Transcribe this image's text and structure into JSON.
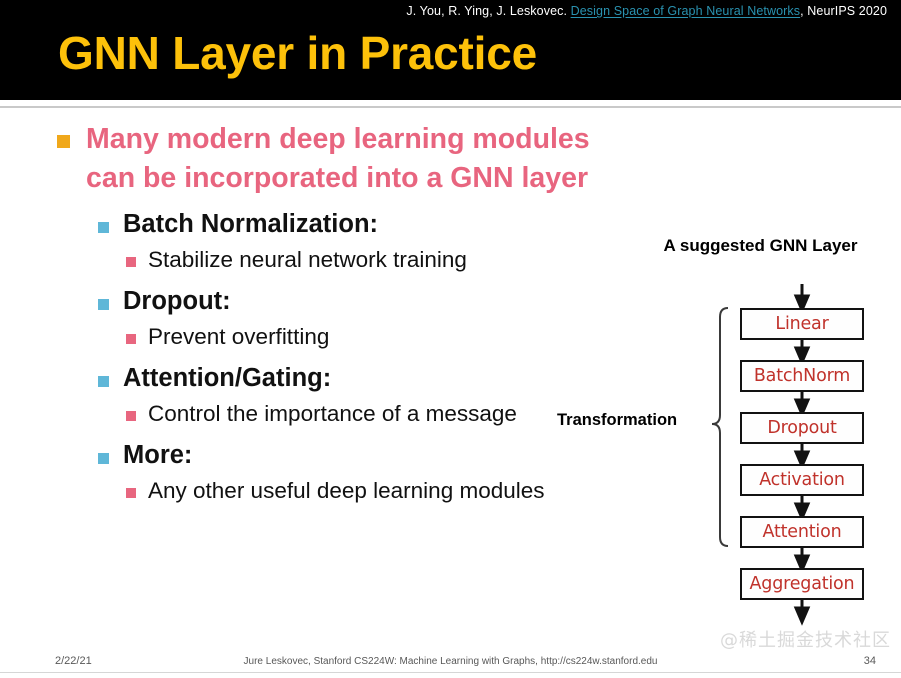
{
  "header": {
    "citation_prefix": "J. You, R. Ying, J. Leskovec. ",
    "citation_link": "Design Space of Graph Neural Networks",
    "citation_suffix": ", NeurIPS 2020",
    "title": "GNN Layer in Practice",
    "title_color": "#fdc10a",
    "band_color": "#000000",
    "link_color": "#2a92b0"
  },
  "content": {
    "main_bullet": "Many modern deep learning modules can be incorporated into a GNN layer",
    "main_color": "#e8657f",
    "level1_bullet_color": "#f0a81b",
    "level2_bullet_color": "#5fb7d8",
    "level3_bullet_color": "#e8667f",
    "items": [
      {
        "heading": "Batch Normalization:",
        "detail": "Stabilize neural network training"
      },
      {
        "heading": "Dropout:",
        "detail": "Prevent overfitting"
      },
      {
        "heading": "Attention/Gating:",
        "detail": "Control the importance of a message"
      },
      {
        "heading": "More:",
        "detail": "Any other useful deep learning modules"
      }
    ]
  },
  "diagram": {
    "title": "A suggested GNN Layer",
    "bracket_label": "Transformation",
    "node_text_color": "#c0322b",
    "nodes": [
      {
        "label": "Linear"
      },
      {
        "label": "BatchNorm"
      },
      {
        "label": "Dropout"
      },
      {
        "label": "Activation"
      },
      {
        "label": "Attention"
      },
      {
        "label": "Aggregation"
      }
    ]
  },
  "footer": {
    "date": "2/22/21",
    "center": "Jure Leskovec, Stanford CS224W: Machine Learning with Graphs, http://cs224w.stanford.edu",
    "page": "34",
    "watermark": "@稀土掘金技术社区"
  }
}
